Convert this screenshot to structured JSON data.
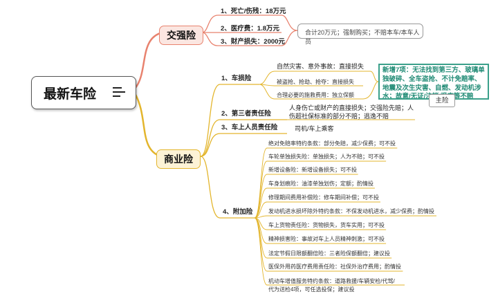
{
  "root": {
    "title": "最新车险"
  },
  "jqx": {
    "label": "交强险",
    "items": [
      "1、死亡/伤残：18万元",
      "2、医疗费：1.8万元",
      "3、财产损失：2000元"
    ],
    "note": "合计20万元；强制购买；不赔本车/本车人员"
  },
  "syx": {
    "label": "商业险",
    "csx": {
      "label": "1、车损险",
      "sub": [
        "自然灾害、意外事故：直接损失",
        "被盗抢、抢劫、抢夺：直接损失",
        "合理必要的施救费用：独立保额"
      ],
      "highlight": "新增7项：无法找到第三方、玻璃单独破碎、全车盗抢、不计免赔率、地震及次生灾害、自燃、发动机涉水；故意/无证/注销/报废等不赔",
      "tag": "主险"
    },
    "szx": {
      "label": "2、第三者责任险",
      "desc": "人身伤亡或财产的直接损失；交强险先赔；人伤超社保标准的部分不赔；逃逸不赔"
    },
    "cszw": {
      "label": "3、车上人员责任险",
      "desc": "司机/车上乘客"
    },
    "fjx": {
      "label": "4、附加险",
      "items": [
        "绝对免赔率特约条款：部分免赔，减少保费；可不投",
        "车轮单独损失险：单独损失；人为不赔；可不投",
        "新增设备险：新增设备损失；可不投",
        "车身划痕险：油漆单独划伤；定额；酌情投",
        "修理期间费用补偿险：修车期间补偿；可不投",
        "发动机进水损坏除外特约条款：不保发动机进水，减少保费；酌情投",
        "车上货物责任险：货物损失，货车实用；可不投",
        "精神损害险：事故对车上人员精神刺激；可不投",
        "法定节假日限额翻倍险：三者险保额翻倍；建议投",
        "医保外用药医疗费用责任险：社保外治疗费用；酌情投",
        "机动车增值服务特约条款：道路救援/车辆安检/代驾/代为送检4项，可任选投保；建议投"
      ]
    }
  }
}
